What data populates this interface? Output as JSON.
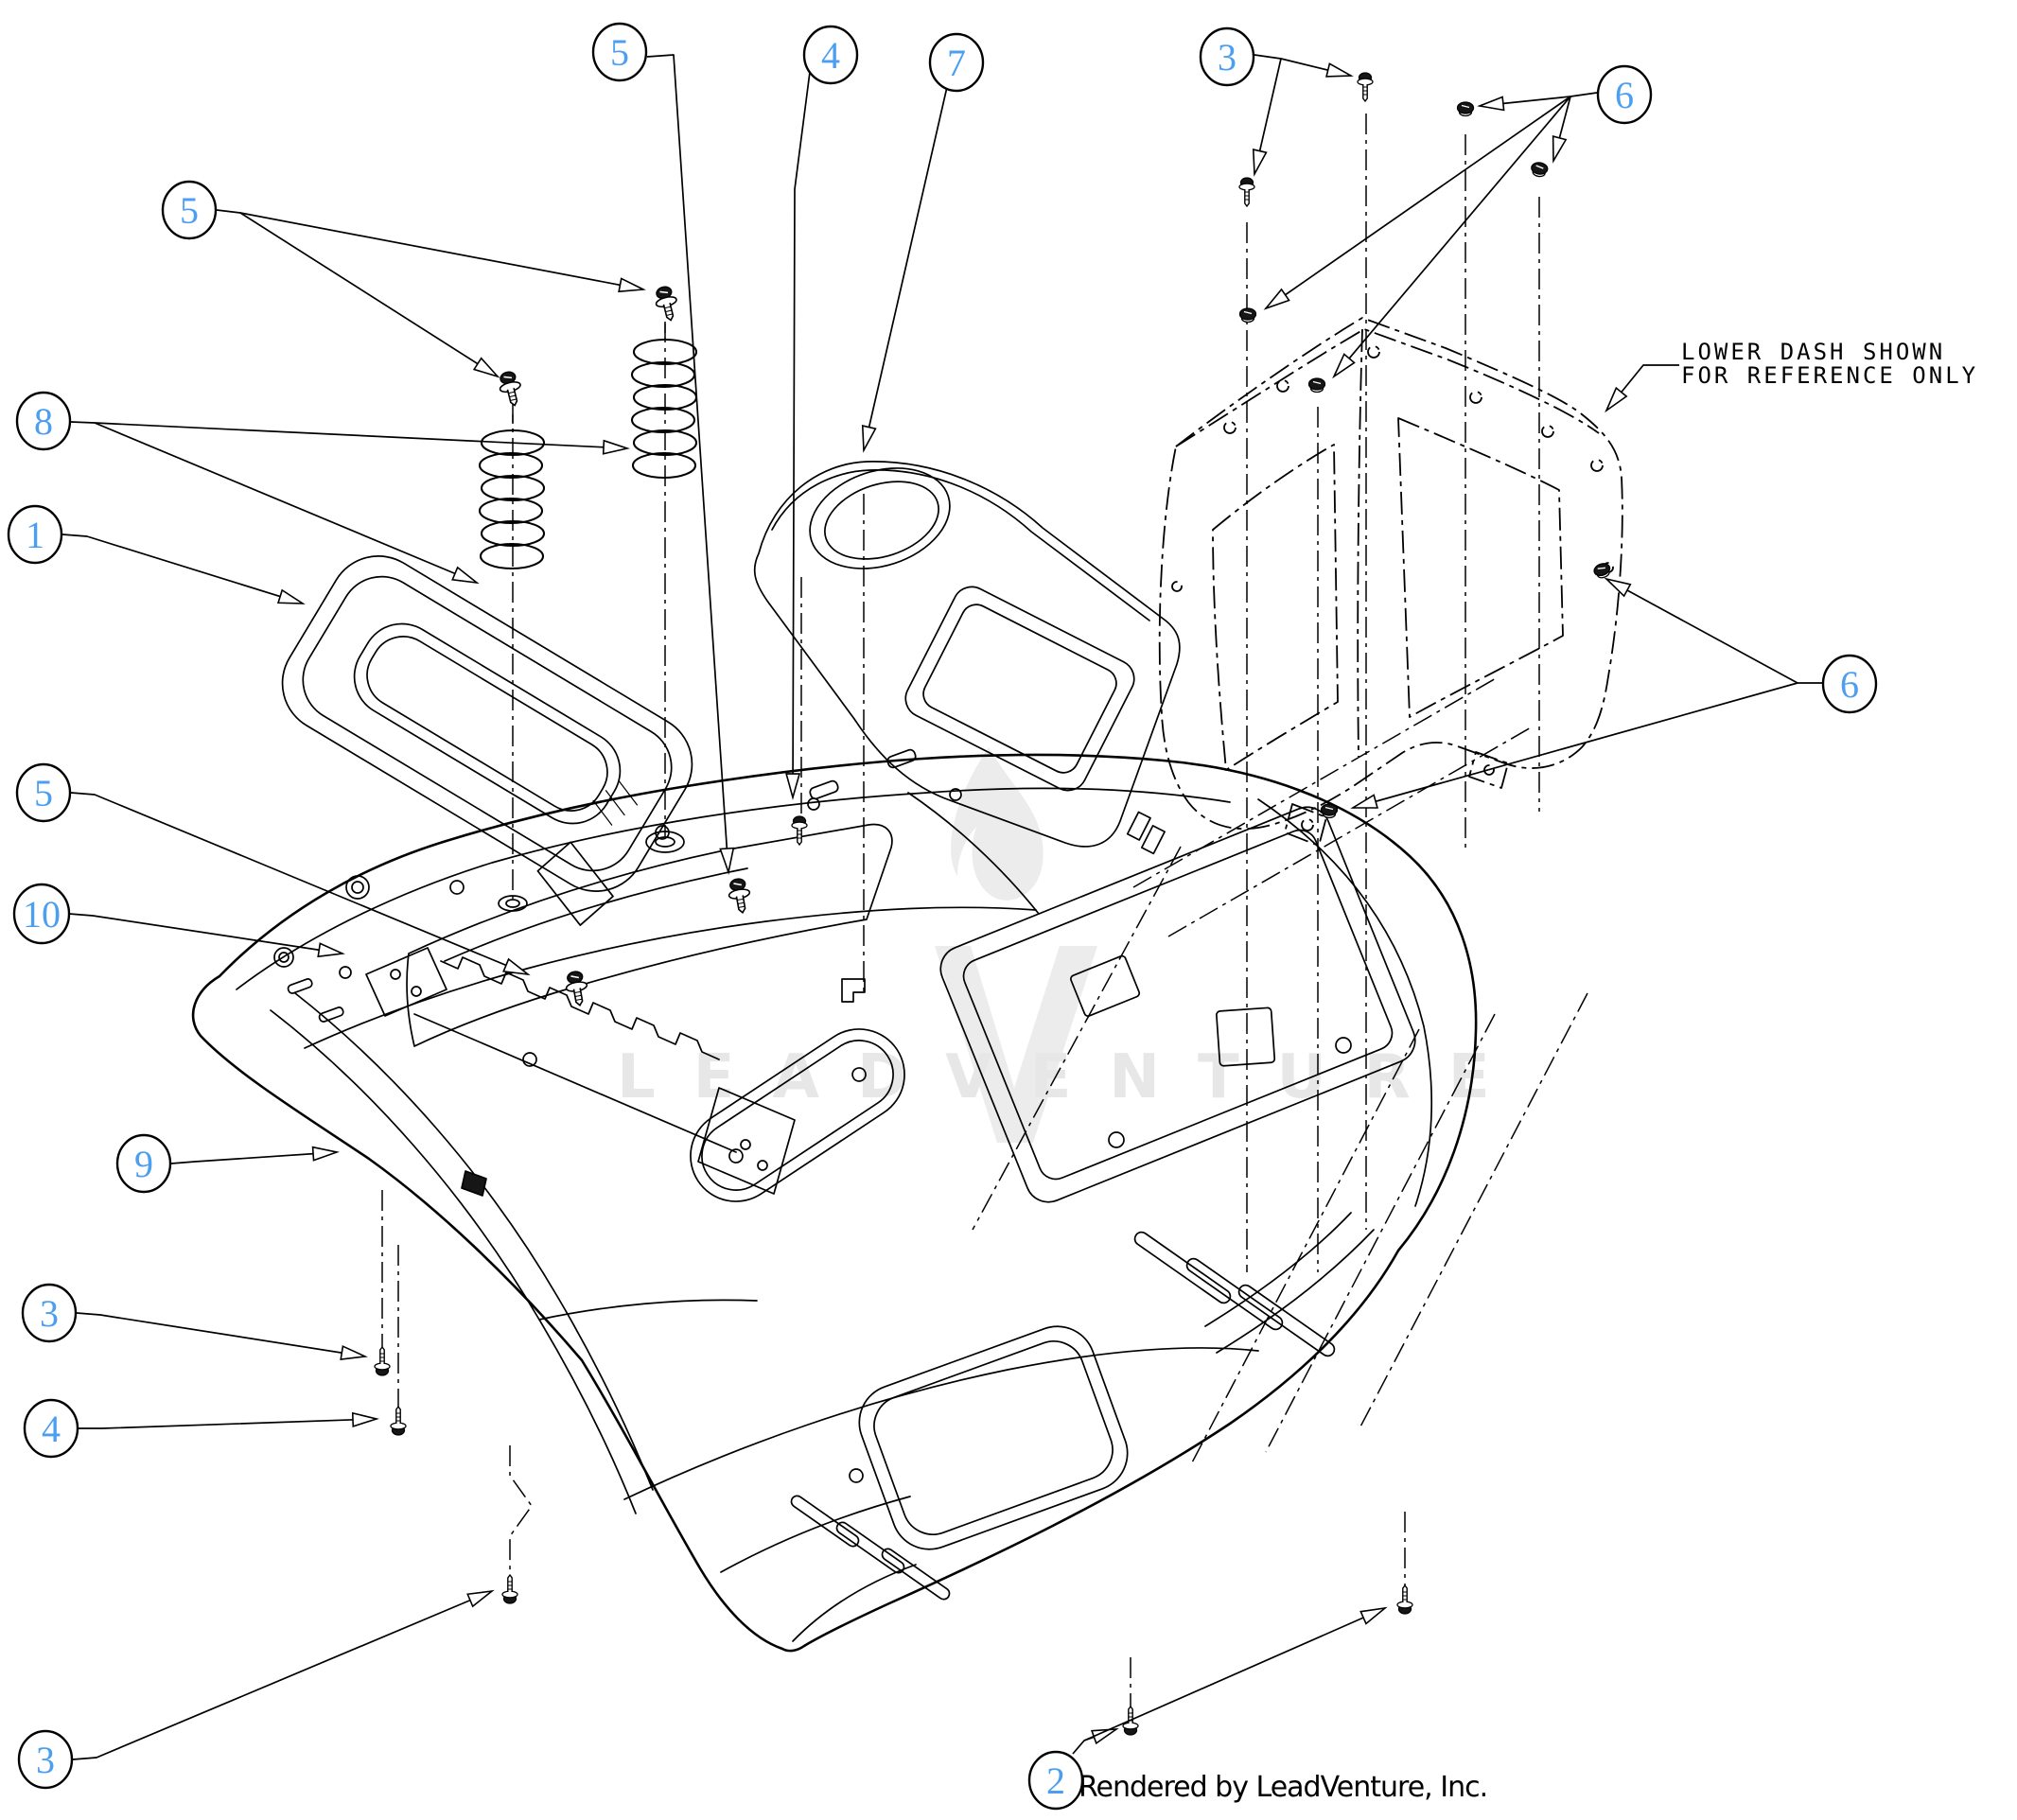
{
  "drawing": {
    "watermark_text": "LEADVENTURE",
    "note_line1": "LOWER DASH SHOWN",
    "note_line2": "FOR REFERENCE ONLY",
    "credit": "Rendered by LeadVenture, Inc."
  },
  "colors": {
    "line": "#000000",
    "callout_number": "#4C9FF0",
    "watermark": "#e7e7e7",
    "background": "#ffffff"
  },
  "callouts": [
    {
      "label": "5"
    },
    {
      "label": "4"
    },
    {
      "label": "7"
    },
    {
      "label": "3"
    },
    {
      "label": "6"
    },
    {
      "label": "5"
    },
    {
      "label": "8"
    },
    {
      "label": "1"
    },
    {
      "label": "5"
    },
    {
      "label": "10"
    },
    {
      "label": "9"
    },
    {
      "label": "3"
    },
    {
      "label": "4"
    },
    {
      "label": "3"
    },
    {
      "label": "2"
    },
    {
      "label": "6"
    }
  ]
}
